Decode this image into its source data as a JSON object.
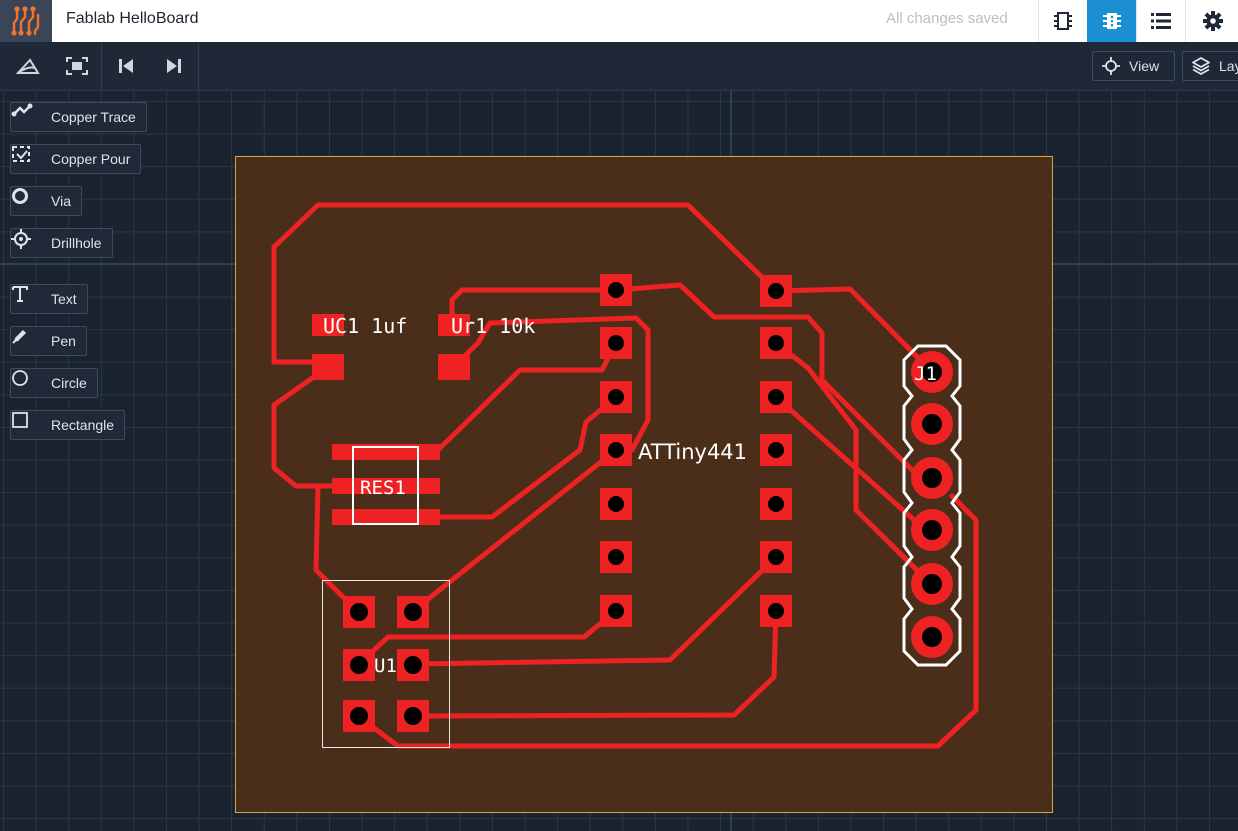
{
  "header": {
    "title": "Fablab HelloBoard",
    "save_status": "All changes saved",
    "buttons": [
      {
        "icon": "schematic-icon"
      },
      {
        "icon": "pcb-icon"
      },
      {
        "icon": "list-icon"
      },
      {
        "icon": "gear-icon"
      }
    ]
  },
  "toolbar": {
    "buttons": [
      {
        "icon": "ratsnest-icon"
      },
      {
        "icon": "fit-screen-icon"
      },
      {
        "icon": "skip-back-icon"
      },
      {
        "icon": "skip-forward-icon"
      }
    ],
    "view_label": "View",
    "layers_label": "Layers"
  },
  "tools": [
    {
      "label": "Copper Trace",
      "icon": "copper-trace-icon"
    },
    {
      "label": "Copper Pour",
      "icon": "copper-pour-icon"
    },
    {
      "label": "Via",
      "icon": "via-icon"
    },
    {
      "label": "Drillhole",
      "icon": "drillhole-icon"
    },
    {
      "label": "Text",
      "icon": "text-icon"
    },
    {
      "label": "Pen",
      "icon": "pen-icon"
    },
    {
      "label": "Circle",
      "icon": "circle-icon"
    },
    {
      "label": "Rectangle",
      "icon": "rectangle-icon"
    }
  ],
  "board": {
    "labels": {
      "uc1": "UC1 1uf",
      "ur1": "Ur1 10k",
      "attiny": "ATTiny441",
      "res1": "RES1",
      "u1": "U1",
      "j1": "J1"
    },
    "colors": {
      "copper": "#ee2222",
      "board": "#4a2e1a",
      "outline": "#d9a540",
      "silkscreen": "#ffffff"
    }
  }
}
